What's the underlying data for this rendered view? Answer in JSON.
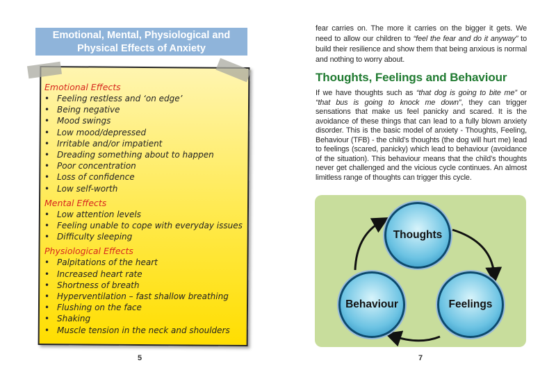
{
  "left_page": {
    "header": "Emotional, Mental,  Physiological and Physical Effects of Anxiety",
    "sections": [
      {
        "title": "Emotional Effects",
        "items": [
          "Feeling restless and ‘on edge’",
          "Being negative",
          "Mood swings",
          "Low mood/depressed",
          "Irritable and/or impatient",
          "Dreading something about to happen",
          "Poor concentration",
          "Loss of confidence",
          "Low self-worth"
        ]
      },
      {
        "title": "Mental Effects",
        "items": [
          "Low attention levels",
          "Feeling unable to cope with everyday issues",
          "Difficulty sleeping"
        ]
      },
      {
        "title": "Physiological Effects",
        "items": [
          "Palpitations of the heart",
          "Increased heart rate",
          "Shortness of breath",
          "Hyperventilation – fast shallow breathing",
          "Flushing on the face",
          "Shaking",
          "Muscle tension in the neck and shoulders"
        ]
      }
    ],
    "page_number": "5"
  },
  "right_page": {
    "intro": "fear carries on. The more it carries on the bigger it gets. We need to allow our children to “feel the fear and do it anyway” to build their resilience and show them that being anxious is normal and nothing to worry about.",
    "heading": "Thoughts, Feelings and Behaviour",
    "body": "If we have thoughts such as “that dog is going to bite me” or “that bus is going to knock me down”, they can trigger sensations that make us feel panicky and scared. It is the avoidance of these things that can lead to a fully blown anxiety disorder. This is the basic model of anxiety - Thoughts, Feeling, Behaviour (TFB) - the child’s thoughts (the dog will hurt me) lead to feelings (scared, panicky) which lead to behaviour (avoidance of the situation). This behaviour means that the child’s thoughts never get challenged and the vicious cycle continues. An almost limitless range of thoughts can trigger this cycle.",
    "diagram": {
      "nodes": [
        "Thoughts",
        "Feelings",
        "Behaviour"
      ]
    },
    "page_number": "7"
  },
  "colors": {
    "header_bg": "#8fb4da",
    "heading_green": "#1f7a30",
    "section_red": "#d7261e",
    "diagram_bg": "#c8dd9c"
  }
}
